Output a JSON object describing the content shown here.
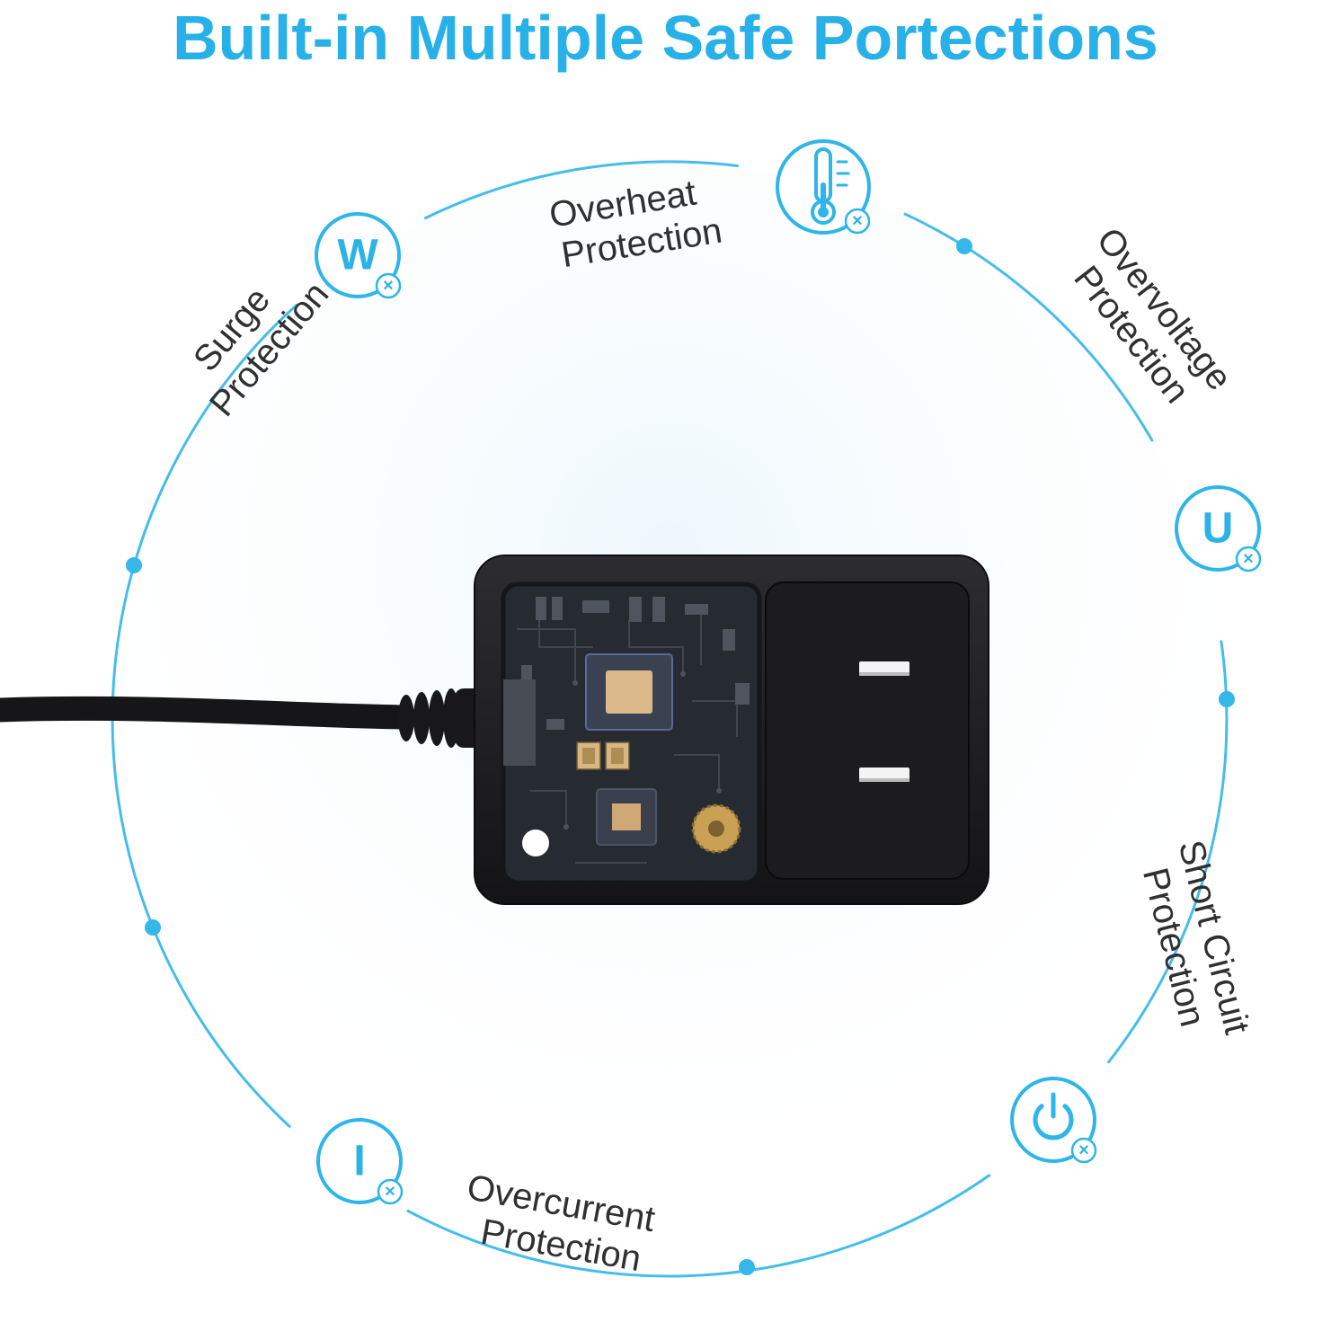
{
  "title": "Built-in Multiple Safe Portections",
  "badge_symbol": "×",
  "colors": {
    "accent": "#29b1e8",
    "label_text": "#303030",
    "adapter_body": "#1a1a1c",
    "chip_gold": "#dcb98b"
  },
  "protections": [
    {
      "id": "surge",
      "line1": "Surge",
      "line2": "Protection",
      "icon": "letter-w",
      "letter": "W"
    },
    {
      "id": "overheat",
      "line1": "Overheat",
      "line2": "Protection",
      "icon": "thermometer",
      "letter": ""
    },
    {
      "id": "overvoltage",
      "line1": "Overvoltage",
      "line2": "Protection",
      "icon": "letter-u",
      "letter": "U"
    },
    {
      "id": "short-circuit",
      "line1": "Short Circuit",
      "line2": "Protection",
      "icon": "power-symbol",
      "letter": ""
    },
    {
      "id": "overcurrent",
      "line1": "Overcurrent",
      "line2": "Protection",
      "icon": "letter-i",
      "letter": "I"
    }
  ]
}
